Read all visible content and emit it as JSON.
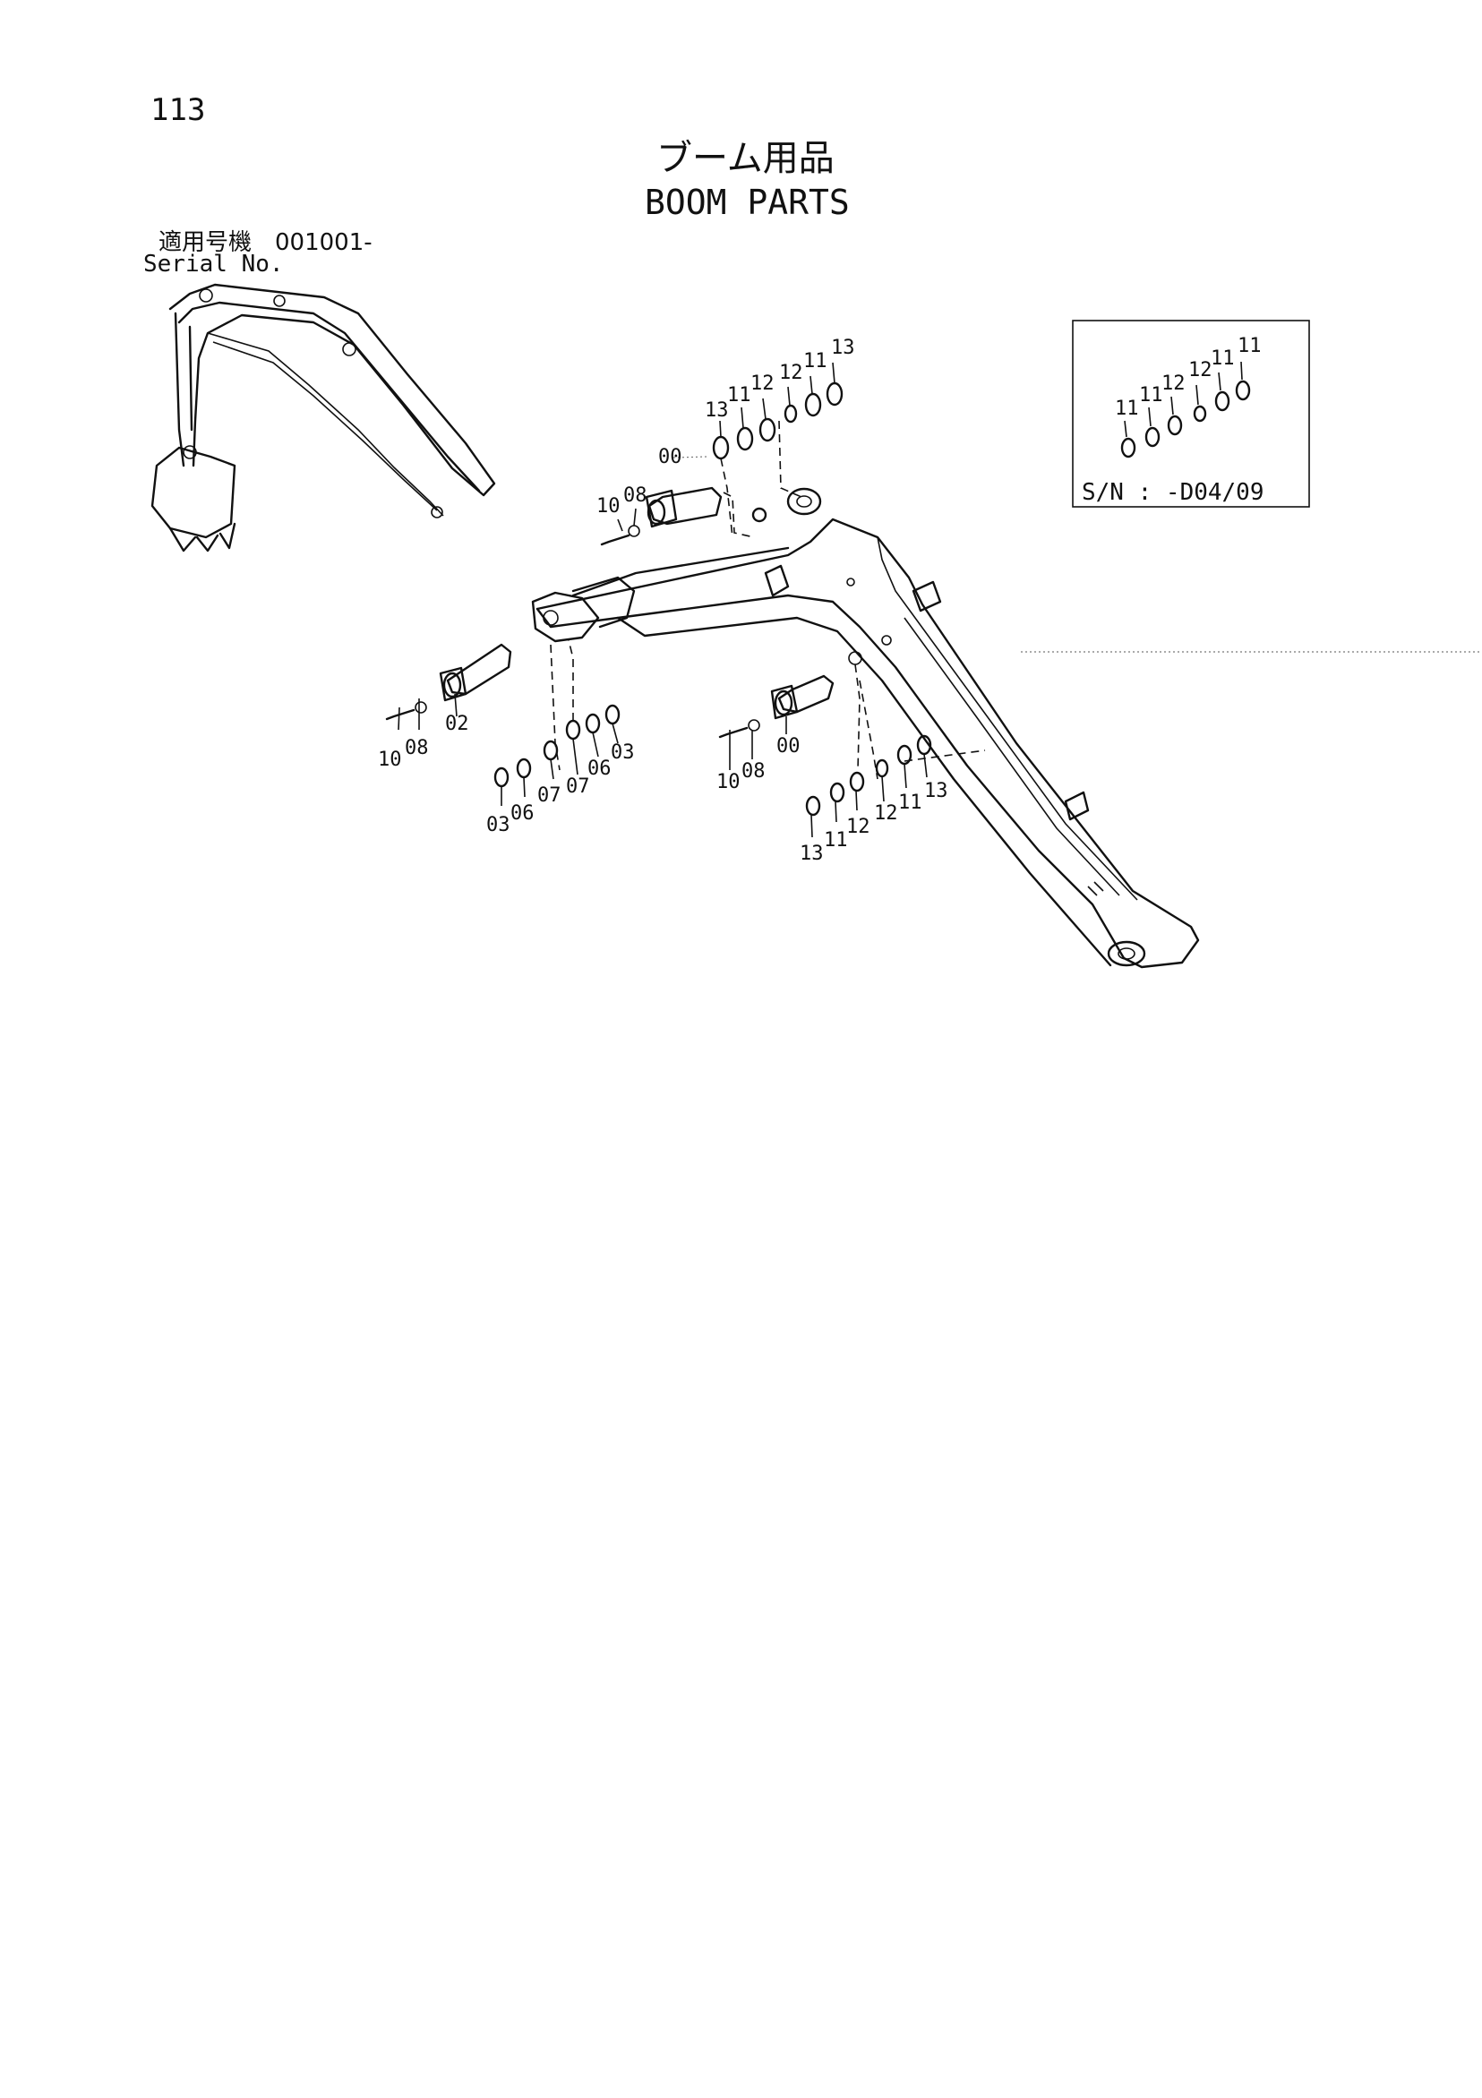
{
  "page": {
    "number": "113",
    "title_jp": "ブーム用品",
    "title_en": "BOOM PARTS",
    "serial_jp": "適用号機　001001-",
    "serial_en": "Serial No."
  },
  "inset": {
    "label": "S/N : -D04/09",
    "callouts": [
      "11",
      "11",
      "12",
      "12",
      "11",
      "11"
    ]
  },
  "callouts": {
    "top_stack": [
      "13",
      "11",
      "12",
      "12",
      "11",
      "13"
    ],
    "top_pin": [
      "00",
      "10",
      "08"
    ],
    "left_pin": [
      "10",
      "08",
      "02"
    ],
    "left_stack": [
      "03",
      "06",
      "07",
      "07",
      "06",
      "03"
    ],
    "mid_pin": [
      "10",
      "08",
      "00"
    ],
    "bottom_stack": [
      "13",
      "11",
      "12",
      "12",
      "11",
      "13"
    ]
  }
}
